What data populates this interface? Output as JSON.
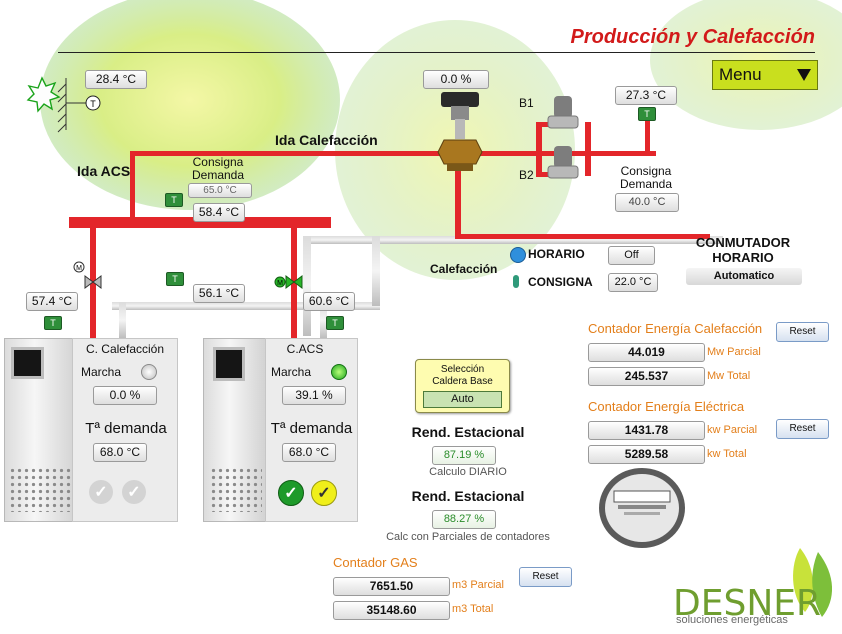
{
  "header": {
    "title": "Producción y Calefacción",
    "menu_label": "Menu"
  },
  "outdoor": {
    "temp": "28.4 °C"
  },
  "valve": {
    "opening": "0.0 %"
  },
  "pipes": {
    "ida_calefaccion": "Ida Calefacción",
    "ida_acs": "Ida ACS"
  },
  "pumps": {
    "b1": "B1",
    "b2": "B2"
  },
  "heating_right": {
    "temp": "27.3 °C",
    "consigna_label": "Consigna\nDemanda",
    "consigna_value": "40.0 °C"
  },
  "acs_top": {
    "consigna_label": "Consigna\nDemanda",
    "consigna_value": "65.0 °C",
    "temp": "58.4 °C"
  },
  "sensors": {
    "left_temp": "57.4 °C",
    "mid_temp": "56.1 °C",
    "right_temp": "60.6 °C"
  },
  "conmutador": {
    "title": "CONMUTADOR\nHORARIO",
    "mode": "Automatico",
    "calefaccion_label": "Calefacción",
    "horario_label": "HORARIO",
    "horario_value": "Off",
    "consigna_label": "CONSIGNA",
    "consigna_value": "22.0 °C"
  },
  "boiler1": {
    "name": "C. Calefacción",
    "marcha_label": "Marcha",
    "marcha_value": "0.0 %",
    "demanda_label": "Tª demanda",
    "demanda_value": "68.0 °C"
  },
  "boiler2": {
    "name": "C.ACS",
    "marcha_label": "Marcha",
    "marcha_value": "39.1 %",
    "demanda_label": "Tª demanda",
    "demanda_value": "68.0 °C"
  },
  "seleccion": {
    "label": "Selección\nCaldera Base",
    "value": "Auto"
  },
  "rendimiento": {
    "title1": "Rend. Estacional",
    "value1": "87.19 %",
    "note1": "Calculo DIARIO",
    "title2": "Rend. Estacional",
    "value2": "88.27 %",
    "note2": "Calc con Parciales de contadores"
  },
  "gas": {
    "title": "Contador GAS",
    "reset": "Reset",
    "parcial": "7651.50",
    "parcial_unit": "m3 Parcial",
    "total": "35148.60",
    "total_unit": "m3 Total"
  },
  "energia_calefaccion": {
    "title": "Contador Energía Calefacción",
    "reset": "Reset",
    "parcial": "44.019",
    "parcial_unit": "Mw Parcial",
    "total": "245.537",
    "total_unit": "Mw Total"
  },
  "energia_electrica": {
    "title": "Contador Energía Eléctrica",
    "reset": "Reset",
    "parcial": "1431.78",
    "parcial_unit": "kw Parcial",
    "total": "5289.58",
    "total_unit": "kw Total"
  },
  "logo": {
    "name": "DESNER",
    "tagline": "soluciones energéticas"
  },
  "colors": {
    "pipe_hot": "#e3262a",
    "pipe_return": "#c4c4c4",
    "accent_title": "#d21a1a",
    "counter_title": "#e37f1b",
    "menu_bg": "#c9df1e"
  },
  "icons": [
    "sun-icon",
    "thermometer-icon",
    "clock-icon",
    "valve-actuator-icon",
    "pump-icon",
    "power-meter-icon",
    "check-icon"
  ]
}
